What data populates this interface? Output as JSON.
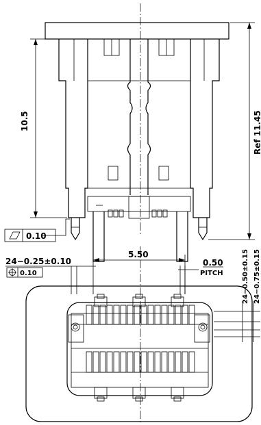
{
  "dimensions": {
    "height_label": "10.5",
    "ref_height_label": "Ref 11.45",
    "flatness_value": "0.10",
    "span_label": "5.50",
    "pin_width_label": "24−0.25±0.10",
    "position_tol_value": "0.10",
    "pitch_value": "0.50",
    "pitch_word": "PITCH",
    "pad_width_label_1": "24−0.50±0.15",
    "pad_width_label_2": "24−0.75±0.15"
  },
  "symbols": {
    "flatness_icon": "parallelogram-icon",
    "position_icon": "crosshair-circle-icon"
  }
}
